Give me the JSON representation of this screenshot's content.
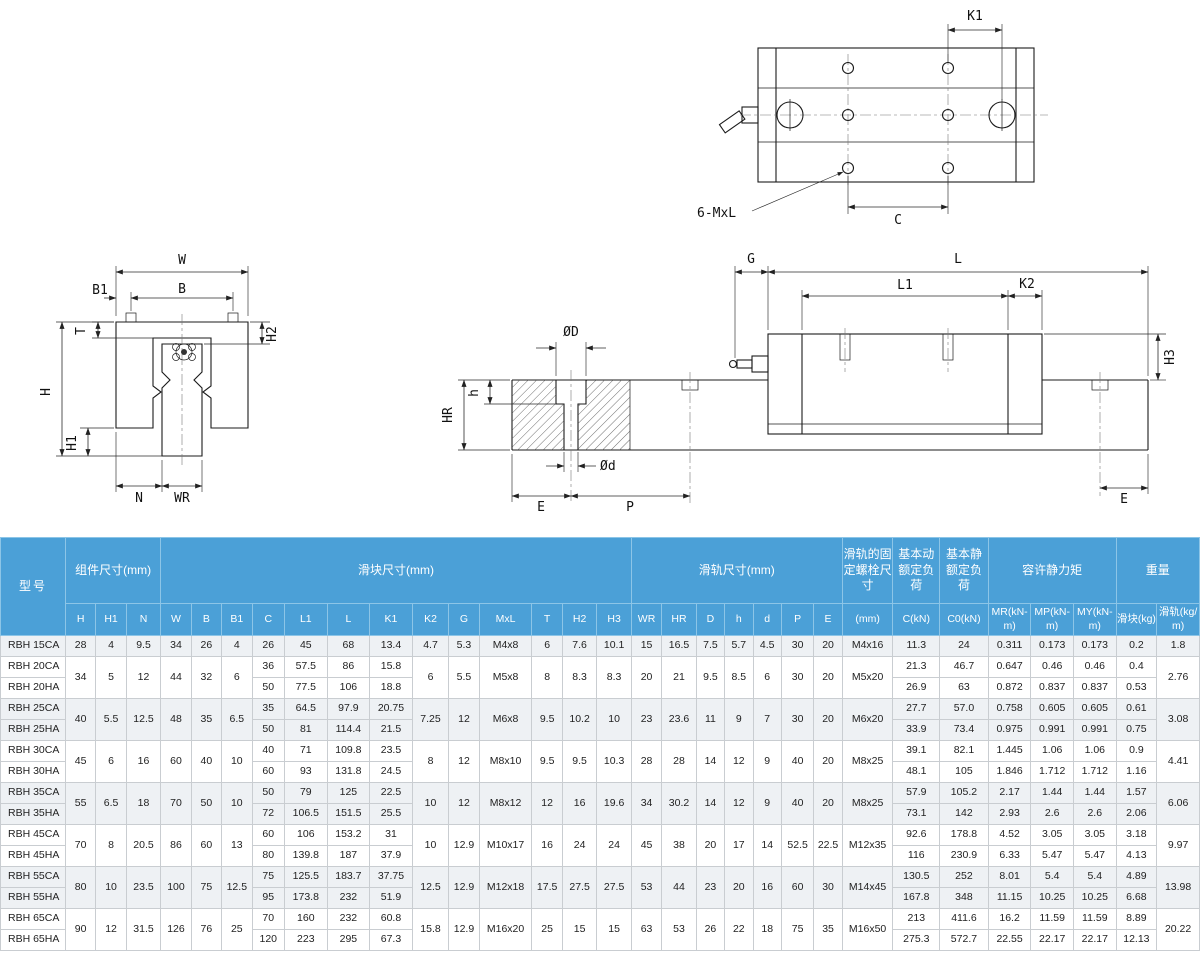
{
  "colors": {
    "table_header_bg": "#4ba0d7",
    "band_shaded": "#eef1f4"
  },
  "diagrams": {
    "plan": {
      "k1": "K1",
      "c": "C",
      "bolt_callout": "6-MxL"
    },
    "front": {
      "w": "W",
      "b1": "B1",
      "b": "B",
      "t": "T",
      "h2": "H2",
      "h": "H",
      "h1": "H1",
      "n": "N",
      "wr": "WR"
    },
    "side": {
      "g": "G",
      "l": "L",
      "l1": "L1",
      "k2": "K2",
      "h3": "H3",
      "hr": "HR",
      "h": "h",
      "dia_d": "ØD",
      "dia_d_small": "Ød",
      "e_left": "E",
      "p": "P",
      "e_right": "E"
    }
  },
  "table": {
    "header": {
      "model": "型号",
      "groups": [
        {
          "label": "组件尺寸(mm)",
          "cols": [
            "H",
            "H1",
            "N"
          ]
        },
        {
          "label": "滑块尺寸(mm)",
          "cols": [
            "W",
            "B",
            "B1",
            "C",
            "L1",
            "L",
            "K1",
            "K2",
            "G",
            "MxL",
            "T",
            "H2",
            "H3"
          ]
        },
        {
          "label": "滑轨尺寸(mm)",
          "cols": [
            "WR",
            "HR",
            "D",
            "h",
            "d",
            "P",
            "E"
          ]
        },
        {
          "label": "滑轨的固定螺栓尺寸",
          "cols": [
            "(mm)"
          ]
        },
        {
          "label": "基本动额定负荷",
          "cols": [
            "C(kN)"
          ]
        },
        {
          "label": "基本静额定负荷",
          "cols": [
            "C0(kN)"
          ]
        },
        {
          "label": "容许静力矩",
          "cols": [
            "MR(kN-m)",
            "MP(kN-m)",
            "MY(kN-m)"
          ]
        },
        {
          "label": "重量",
          "cols": [
            "滑块(kg)",
            "滑轨(kg/m)"
          ]
        }
      ]
    },
    "row_groups": [
      {
        "shared": {
          "H": "28",
          "H1": "4",
          "N": "9.5",
          "W": "34",
          "B": "26",
          "B1": "4",
          "K2": "4.7",
          "G": "5.3",
          "MxL": "M4x8",
          "T": "6",
          "H2": "7.6",
          "H3": "10.1",
          "WR": "15",
          "HR": "16.5",
          "D": "7.5",
          "h": "5.7",
          "d": "4.5",
          "P": "30",
          "E": "20",
          "bolt": "M4x16",
          "rail_kgm": "1.8"
        },
        "variants": [
          {
            "model": "RBH 15CA",
            "C": "26",
            "L1": "45",
            "L": "68",
            "K1": "13.4",
            "C_kN": "11.3",
            "C0_kN": "24",
            "MR": "0.311",
            "MP": "0.173",
            "MY": "0.173",
            "block_kg": "0.2"
          }
        ]
      },
      {
        "shared": {
          "H": "34",
          "H1": "5",
          "N": "12",
          "W": "44",
          "B": "32",
          "B1": "6",
          "K2": "6",
          "G": "5.5",
          "MxL": "M5x8",
          "T": "8",
          "H2": "8.3",
          "H3": "8.3",
          "WR": "20",
          "HR": "21",
          "D": "9.5",
          "h": "8.5",
          "d": "6",
          "P": "30",
          "E": "20",
          "bolt": "M5x20",
          "rail_kgm": "2.76"
        },
        "variants": [
          {
            "model": "RBH 20CA",
            "C": "36",
            "L1": "57.5",
            "L": "86",
            "K1": "15.8",
            "C_kN": "21.3",
            "C0_kN": "46.7",
            "MR": "0.647",
            "MP": "0.46",
            "MY": "0.46",
            "block_kg": "0.4"
          },
          {
            "model": "RBH 20HA",
            "C": "50",
            "L1": "77.5",
            "L": "106",
            "K1": "18.8",
            "C_kN": "26.9",
            "C0_kN": "63",
            "MR": "0.872",
            "MP": "0.837",
            "MY": "0.837",
            "block_kg": "0.53"
          }
        ]
      },
      {
        "shared": {
          "H": "40",
          "H1": "5.5",
          "N": "12.5",
          "W": "48",
          "B": "35",
          "B1": "6.5",
          "K2": "7.25",
          "G": "12",
          "MxL": "M6x8",
          "T": "9.5",
          "H2": "10.2",
          "H3": "10",
          "WR": "23",
          "HR": "23.6",
          "D": "11",
          "h": "9",
          "d": "7",
          "P": "30",
          "E": "20",
          "bolt": "M6x20",
          "rail_kgm": "3.08"
        },
        "variants": [
          {
            "model": "RBH 25CA",
            "C": "35",
            "L1": "64.5",
            "L": "97.9",
            "K1": "20.75",
            "C_kN": "27.7",
            "C0_kN": "57.0",
            "MR": "0.758",
            "MP": "0.605",
            "MY": "0.605",
            "block_kg": "0.61"
          },
          {
            "model": "RBH 25HA",
            "C": "50",
            "L1": "81",
            "L": "114.4",
            "K1": "21.5",
            "C_kN": "33.9",
            "C0_kN": "73.4",
            "MR": "0.975",
            "MP": "0.991",
            "MY": "0.991",
            "block_kg": "0.75"
          }
        ]
      },
      {
        "shared": {
          "H": "45",
          "H1": "6",
          "N": "16",
          "W": "60",
          "B": "40",
          "B1": "10",
          "K2": "8",
          "G": "12",
          "MxL": "M8x10",
          "T": "9.5",
          "H2": "9.5",
          "H3": "10.3",
          "WR": "28",
          "HR": "28",
          "D": "14",
          "h": "12",
          "d": "9",
          "P": "40",
          "E": "20",
          "bolt": "M8x25",
          "rail_kgm": "4.41"
        },
        "variants": [
          {
            "model": "RBH 30CA",
            "C": "40",
            "L1": "71",
            "L": "109.8",
            "K1": "23.5",
            "C_kN": "39.1",
            "C0_kN": "82.1",
            "MR": "1.445",
            "MP": "1.06",
            "MY": "1.06",
            "block_kg": "0.9"
          },
          {
            "model": "RBH 30HA",
            "C": "60",
            "L1": "93",
            "L": "131.8",
            "K1": "24.5",
            "C_kN": "48.1",
            "C0_kN": "105",
            "MR": "1.846",
            "MP": "1.712",
            "MY": "1.712",
            "block_kg": "1.16"
          }
        ]
      },
      {
        "shared": {
          "H": "55",
          "H1": "6.5",
          "N": "18",
          "W": "70",
          "B": "50",
          "B1": "10",
          "K2": "10",
          "G": "12",
          "MxL": "M8x12",
          "T": "12",
          "H2": "16",
          "H3": "19.6",
          "WR": "34",
          "HR": "30.2",
          "D": "14",
          "h": "12",
          "d": "9",
          "P": "40",
          "E": "20",
          "bolt": "M8x25",
          "rail_kgm": "6.06"
        },
        "variants": [
          {
            "model": "RBH 35CA",
            "C": "50",
            "L1": "79",
            "L": "125",
            "K1": "22.5",
            "C_kN": "57.9",
            "C0_kN": "105.2",
            "MR": "2.17",
            "MP": "1.44",
            "MY": "1.44",
            "block_kg": "1.57"
          },
          {
            "model": "RBH 35HA",
            "C": "72",
            "L1": "106.5",
            "L": "151.5",
            "K1": "25.5",
            "C_kN": "73.1",
            "C0_kN": "142",
            "MR": "2.93",
            "MP": "2.6",
            "MY": "2.6",
            "block_kg": "2.06"
          }
        ]
      },
      {
        "shared": {
          "H": "70",
          "H1": "8",
          "N": "20.5",
          "W": "86",
          "B": "60",
          "B1": "13",
          "K2": "10",
          "G": "12.9",
          "MxL": "M10x17",
          "T": "16",
          "H2": "24",
          "H3": "24",
          "WR": "45",
          "HR": "38",
          "D": "20",
          "h": "17",
          "d": "14",
          "P": "52.5",
          "E": "22.5",
          "bolt": "M12x35",
          "rail_kgm": "9.97"
        },
        "variants": [
          {
            "model": "RBH 45CA",
            "C": "60",
            "L1": "106",
            "L": "153.2",
            "K1": "31",
            "C_kN": "92.6",
            "C0_kN": "178.8",
            "MR": "4.52",
            "MP": "3.05",
            "MY": "3.05",
            "block_kg": "3.18"
          },
          {
            "model": "RBH 45HA",
            "C": "80",
            "L1": "139.8",
            "L": "187",
            "K1": "37.9",
            "C_kN": "116",
            "C0_kN": "230.9",
            "MR": "6.33",
            "MP": "5.47",
            "MY": "5.47",
            "block_kg": "4.13"
          }
        ]
      },
      {
        "shared": {
          "H": "80",
          "H1": "10",
          "N": "23.5",
          "W": "100",
          "B": "75",
          "B1": "12.5",
          "K2": "12.5",
          "G": "12.9",
          "MxL": "M12x18",
          "T": "17.5",
          "H2": "27.5",
          "H3": "27.5",
          "WR": "53",
          "HR": "44",
          "D": "23",
          "h": "20",
          "d": "16",
          "P": "60",
          "E": "30",
          "bolt": "M14x45",
          "rail_kgm": "13.98"
        },
        "variants": [
          {
            "model": "RBH 55CA",
            "C": "75",
            "L1": "125.5",
            "L": "183.7",
            "K1": "37.75",
            "C_kN": "130.5",
            "C0_kN": "252",
            "MR": "8.01",
            "MP": "5.4",
            "MY": "5.4",
            "block_kg": "4.89"
          },
          {
            "model": "RBH 55HA",
            "C": "95",
            "L1": "173.8",
            "L": "232",
            "K1": "51.9",
            "C_kN": "167.8",
            "C0_kN": "348",
            "MR": "11.15",
            "MP": "10.25",
            "MY": "10.25",
            "block_kg": "6.68"
          }
        ]
      },
      {
        "shared": {
          "H": "90",
          "H1": "12",
          "N": "31.5",
          "W": "126",
          "B": "76",
          "B1": "25",
          "K2": "15.8",
          "G": "12.9",
          "MxL": "M16x20",
          "T": "25",
          "H2": "15",
          "H3": "15",
          "WR": "63",
          "HR": "53",
          "D": "26",
          "h": "22",
          "d": "18",
          "P": "75",
          "E": "35",
          "bolt": "M16x50",
          "rail_kgm": "20.22"
        },
        "variants": [
          {
            "model": "RBH 65CA",
            "C": "70",
            "L1": "160",
            "L": "232",
            "K1": "60.8",
            "C_kN": "213",
            "C0_kN": "411.6",
            "MR": "16.2",
            "MP": "11.59",
            "MY": "11.59",
            "block_kg": "8.89"
          },
          {
            "model": "RBH 65HA",
            "C": "120",
            "L1": "223",
            "L": "295",
            "K1": "67.3",
            "C_kN": "275.3",
            "C0_kN": "572.7",
            "MR": "22.55",
            "MP": "22.17",
            "MY": "22.17",
            "block_kg": "12.13"
          }
        ]
      }
    ]
  }
}
